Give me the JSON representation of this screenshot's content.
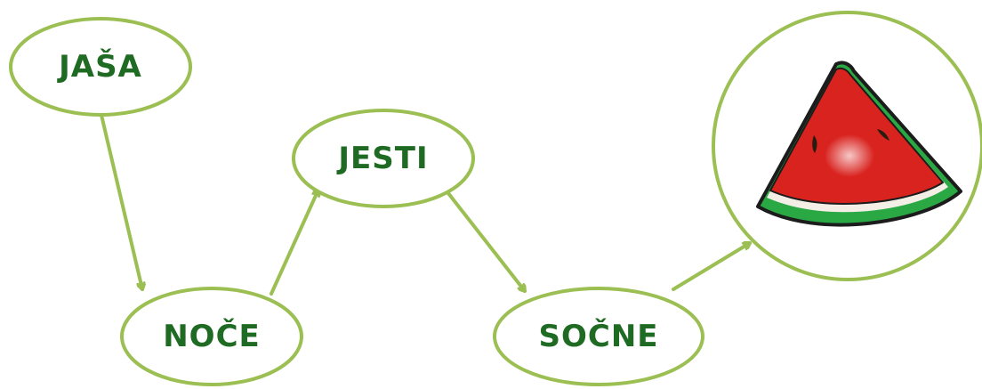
{
  "diagram": {
    "words": [
      "JAŠA",
      "NOČE",
      "JESTI",
      "SOČNE"
    ],
    "final_node_icon": "watermelon-slice-icon"
  },
  "colors": {
    "outline": "#9bbf52",
    "text": "#1f6b23",
    "watermelon_flesh": "#d9231f",
    "watermelon_white_rind": "#f3efe6",
    "watermelon_green_rind": "#2aa843",
    "seed": "#2a1b10"
  }
}
